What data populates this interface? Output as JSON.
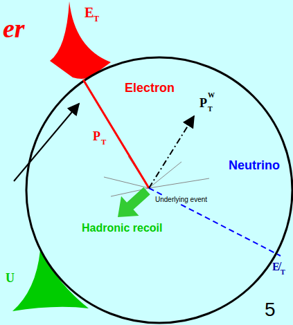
{
  "diagram": {
    "labels": [
      "er",
      "E",
      "T",
      "Electron",
      "P",
      "T",
      "P",
      "T",
      "W",
      "Neutrino",
      "Underlying event",
      "Hadronic recoil",
      "U",
      "E̸",
      "T",
      "5"
    ]
  }
}
